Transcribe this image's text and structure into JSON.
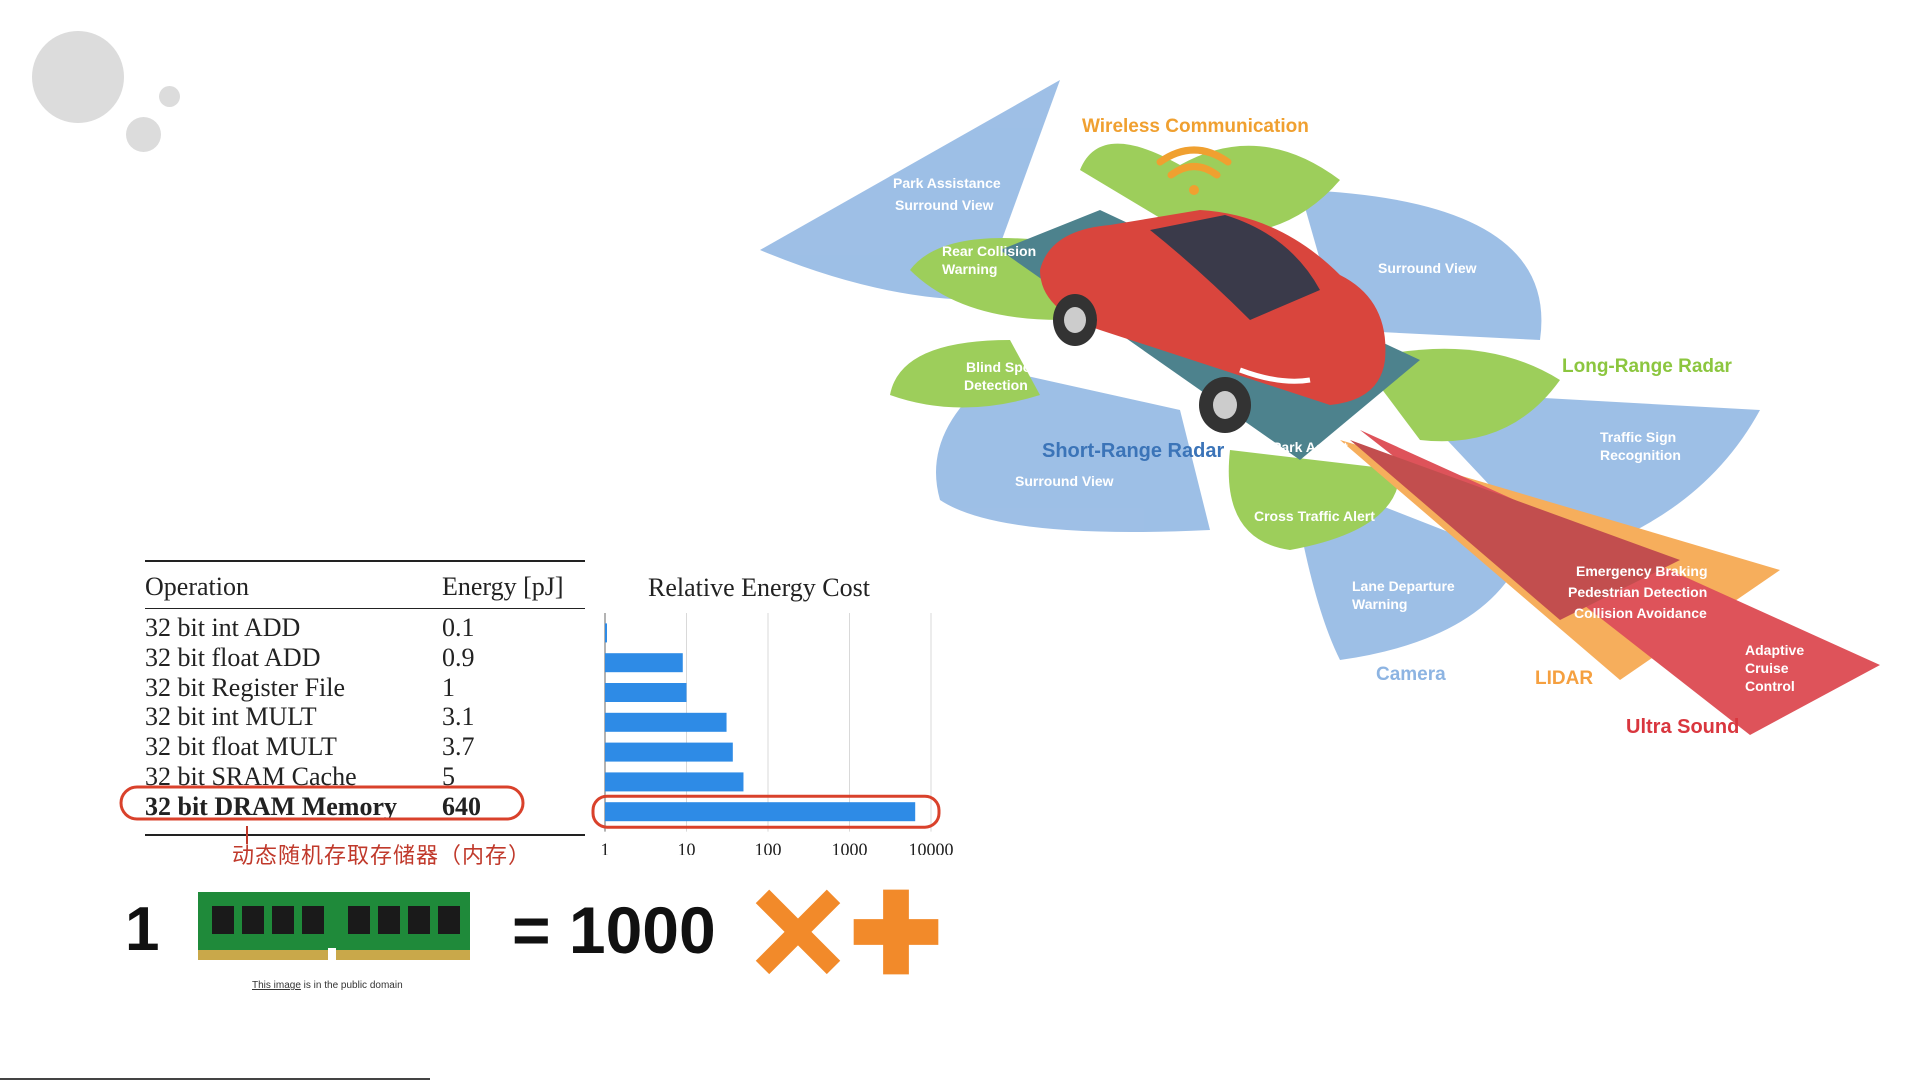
{
  "car_diagram": {
    "labels": {
      "wireless": "Wireless Communication",
      "park_assistance_1": "Park Assistance",
      "park_assistance_2": "Surround View",
      "rear_collision_1": "Rear Collision",
      "rear_collision_2": "Warning",
      "surround_view_right": "Surround View",
      "long_range_radar": "Long-Range Radar",
      "blind_spot_1": "Blind Spot",
      "blind_spot_2": "Detection",
      "short_range_radar": "Short-Range Radar",
      "surround_view_left": "Surround View",
      "park_assist": "Park Assist",
      "traffic_sign_1": "Traffic Sign",
      "traffic_sign_2": "Recognition",
      "cross_traffic": "Cross Traffic Alert",
      "lane_departure_1": "Lane Departure",
      "lane_departure_2": "Warning",
      "emergency_1": "Emergency Braking",
      "emergency_2": "Pedestrian Detection",
      "emergency_3": "Collision Avoidance",
      "camera": "Camera",
      "lidar": "LIDAR",
      "acc_1": "Adaptive",
      "acc_2": "Cruise",
      "acc_3": "Control",
      "ultra_sound": "Ultra Sound"
    },
    "colors": {
      "blue": "#8db4e2",
      "green": "#8cc63f",
      "red": "#d9363e",
      "orange": "#f5a040",
      "car": "#d9453d",
      "wireless": "#f0a030"
    }
  },
  "energy_table": {
    "headers": [
      "Operation",
      "Energy [pJ]"
    ],
    "rows": [
      {
        "op": "32 bit int ADD",
        "energy": "0.1"
      },
      {
        "op": "32 bit float ADD",
        "energy": "0.9"
      },
      {
        "op": "32 bit Register File",
        "energy": "1"
      },
      {
        "op": "32 bit int MULT",
        "energy": "3.1"
      },
      {
        "op": "32 bit float MULT",
        "energy": "3.7"
      },
      {
        "op": "32 bit SRAM Cache",
        "energy": "5"
      },
      {
        "op": "32 bit DRAM Memory",
        "energy": "640"
      }
    ]
  },
  "chart_data": {
    "type": "bar",
    "orientation": "horizontal",
    "title": "Relative Energy Cost",
    "scale": "log",
    "xlim": [
      1,
      10000
    ],
    "x_ticks": [
      "1",
      "10",
      "100",
      "1000",
      "10000"
    ],
    "categories": [
      "32 bit int ADD",
      "32 bit float ADD",
      "32 bit Register File",
      "32 bit int MULT",
      "32 bit float MULT",
      "32 bit SRAM Cache",
      "32 bit DRAM Memory"
    ],
    "values": [
      1,
      9,
      10,
      31,
      37,
      50,
      6400
    ],
    "grid": true,
    "bar_color": "#2e8be6",
    "highlight_index": 6,
    "highlight_color": "#d9412b"
  },
  "annotation": {
    "chinese_note": "动态随机存取存储器（内存）",
    "color": "#c0392b"
  },
  "equation": {
    "one": "1",
    "equals_1000": "= 1000",
    "caption_link": "This image",
    "caption_rest": " is in the public domain",
    "op_color": "#f28a2a"
  }
}
